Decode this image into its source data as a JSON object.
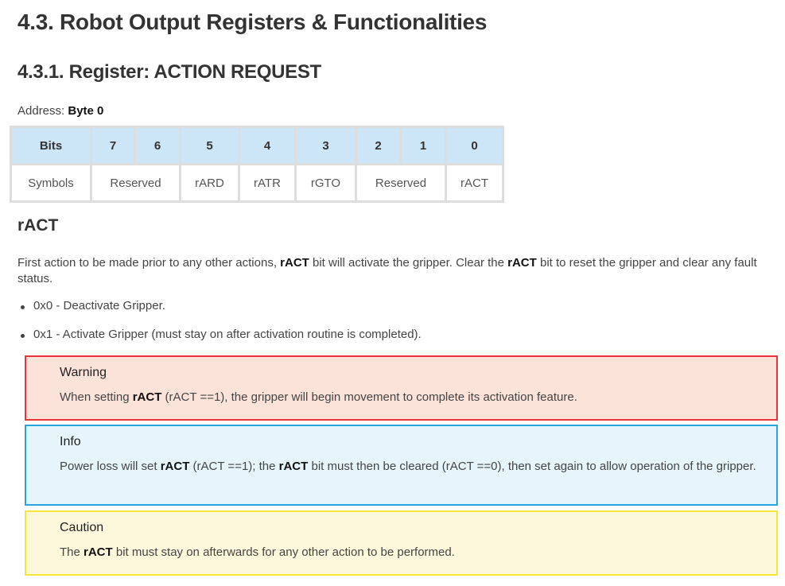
{
  "section_title": "4.3. Robot Output Registers & Functionalities",
  "subsection_title": "4.3.1. Register: ACTION REQUEST",
  "address": {
    "label": "Address: ",
    "value": "Byte 0"
  },
  "register_table": {
    "header": [
      "Bits",
      "7",
      "6",
      "5",
      "4",
      "3",
      "2",
      "1",
      "0"
    ],
    "row": [
      "Symbols",
      "Reserved",
      "rARD",
      "rATR",
      "rGTO",
      "Reserved",
      "rACT"
    ]
  },
  "ract_heading": "rACT",
  "description": {
    "part1": "First action to be made prior to any other actions, ",
    "bold1": "rACT",
    "part2": " bit will activate the gripper. Clear the ",
    "bold2": "rACT",
    "part3": " bit to reset the gripper and clear any fault status."
  },
  "options": [
    "0x0 - Deactivate Gripper.",
    "0x1 - Activate Gripper (must stay on after activation routine is completed)."
  ],
  "warning": {
    "title": "Warning",
    "part1": "When setting ",
    "bold1": "rACT",
    "part2": " (rACT ==1), the gripper will begin movement to complete its activation feature."
  },
  "info": {
    "title": "Info",
    "part1": "Power loss will set ",
    "bold1": "rACT",
    "part2": " (rACT ==1); the ",
    "bold2": "rACT",
    "part3": " bit must then be cleared (rACT ==0), then set again to allow operation of the gripper."
  },
  "caution": {
    "title": "Caution",
    "part1": "The ",
    "bold1": "rACT",
    "part2": " bit must stay on afterwards for any other action to be performed."
  },
  "colors": {
    "table_header_bg": "#cce5f7",
    "warning_border": "#e8343a",
    "warning_bg": "#fce3da",
    "info_border": "#26a6de",
    "info_bg": "#e6f5fc",
    "caution_border": "#f6e63a",
    "caution_bg": "#fdf8dc"
  }
}
